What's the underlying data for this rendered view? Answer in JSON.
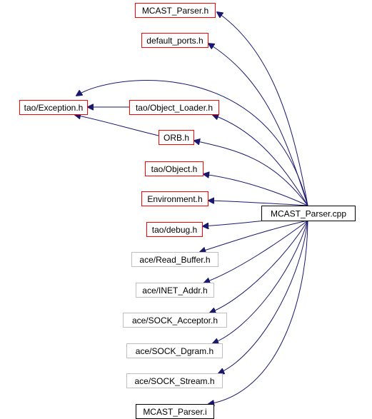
{
  "colors": {
    "background": "#ffffff",
    "edge": "#191970",
    "documented_border": "#ff0000",
    "undocumented_border": "#bfbfbf",
    "plain_border": "#000000",
    "root_fill": "#000000",
    "root_text": "#ffffff"
  },
  "root": {
    "id": "mcast_parser_cpp",
    "label": "MCAST_Parser.cpp"
  },
  "nodes": [
    {
      "id": "mcast_parser_h",
      "label": "MCAST_Parser.h",
      "style": "documented"
    },
    {
      "id": "default_ports_h",
      "label": "default_ports.h",
      "style": "documented"
    },
    {
      "id": "tao_exception_h",
      "label": "tao/Exception.h",
      "style": "documented"
    },
    {
      "id": "tao_object_loader_h",
      "label": "tao/Object_Loader.h",
      "style": "documented"
    },
    {
      "id": "orb_h",
      "label": "ORB.h",
      "style": "documented"
    },
    {
      "id": "tao_object_h",
      "label": "tao/Object.h",
      "style": "documented"
    },
    {
      "id": "environment_h",
      "label": "Environment.h",
      "style": "documented"
    },
    {
      "id": "tao_debug_h",
      "label": "tao/debug.h",
      "style": "documented"
    },
    {
      "id": "ace_read_buffer_h",
      "label": "ace/Read_Buffer.h",
      "style": "undocumented"
    },
    {
      "id": "ace_inet_addr_h",
      "label": "ace/INET_Addr.h",
      "style": "undocumented"
    },
    {
      "id": "ace_sock_acceptor_h",
      "label": "ace/SOCK_Acceptor.h",
      "style": "undocumented"
    },
    {
      "id": "ace_sock_dgram_h",
      "label": "ace/SOCK_Dgram.h",
      "style": "undocumented"
    },
    {
      "id": "ace_sock_stream_h",
      "label": "ace/SOCK_Stream.h",
      "style": "undocumented"
    },
    {
      "id": "mcast_parser_i",
      "label": "MCAST_Parser.i",
      "style": "plain"
    }
  ],
  "edges": [
    {
      "from": "mcast_parser_cpp",
      "to": "mcast_parser_h"
    },
    {
      "from": "mcast_parser_cpp",
      "to": "default_ports_h"
    },
    {
      "from": "mcast_parser_cpp",
      "to": "tao_exception_h"
    },
    {
      "from": "mcast_parser_cpp",
      "to": "tao_object_loader_h"
    },
    {
      "from": "tao_object_loader_h",
      "to": "tao_exception_h"
    },
    {
      "from": "mcast_parser_cpp",
      "to": "orb_h"
    },
    {
      "from": "orb_h",
      "to": "tao_exception_h"
    },
    {
      "from": "mcast_parser_cpp",
      "to": "tao_object_h"
    },
    {
      "from": "mcast_parser_cpp",
      "to": "environment_h"
    },
    {
      "from": "mcast_parser_cpp",
      "to": "tao_debug_h"
    },
    {
      "from": "mcast_parser_cpp",
      "to": "ace_read_buffer_h"
    },
    {
      "from": "mcast_parser_cpp",
      "to": "ace_inet_addr_h"
    },
    {
      "from": "mcast_parser_cpp",
      "to": "ace_sock_acceptor_h"
    },
    {
      "from": "mcast_parser_cpp",
      "to": "ace_sock_dgram_h"
    },
    {
      "from": "mcast_parser_cpp",
      "to": "ace_sock_stream_h"
    },
    {
      "from": "mcast_parser_cpp",
      "to": "mcast_parser_i"
    }
  ]
}
